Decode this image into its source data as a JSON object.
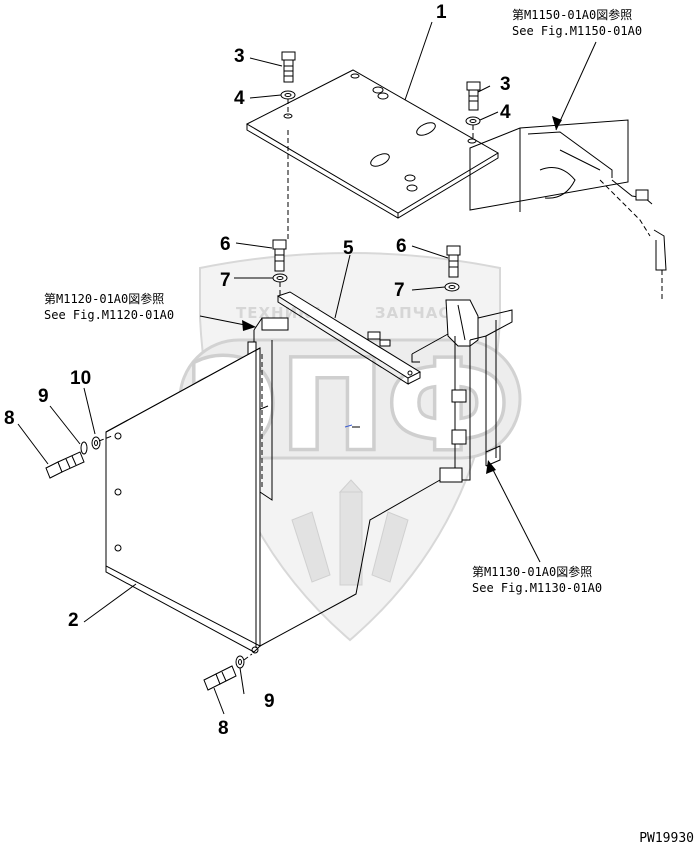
{
  "watermark": {
    "big_text": "ЭПФ",
    "left_text": "ТЕХНИКА",
    "right_text": "ЗАПЧАСТИ"
  },
  "callouts": [
    {
      "label": "1"
    },
    {
      "label": "3"
    },
    {
      "label": "4"
    },
    {
      "label": "3"
    },
    {
      "label": "4"
    },
    {
      "label": "6"
    },
    {
      "label": "7"
    },
    {
      "label": "5"
    },
    {
      "label": "6"
    },
    {
      "label": "7"
    },
    {
      "label": "9"
    },
    {
      "label": "10"
    },
    {
      "label": "8"
    },
    {
      "label": "2"
    },
    {
      "label": "9"
    },
    {
      "label": "8"
    }
  ],
  "references": [
    {
      "jp": "第M1150-01A0図参照",
      "en": "See Fig.M1150-01A0"
    },
    {
      "jp": "第M1120-01A0図参照",
      "en": "See Fig.M1120-01A0"
    },
    {
      "jp": "第M1130-01A0図参照",
      "en": "See Fig.M1130-01A0"
    }
  ],
  "drawing_code": "PW19930",
  "colors": {
    "line": "#000000",
    "watermark": "#cfcfcf",
    "background": "#ffffff"
  }
}
